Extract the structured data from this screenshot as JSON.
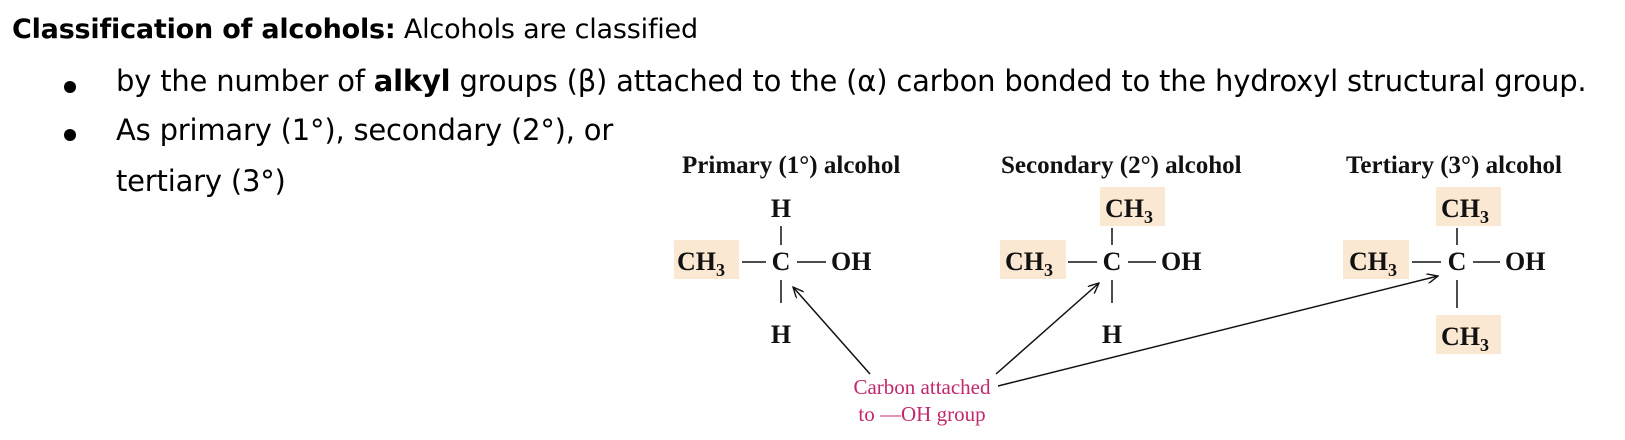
{
  "heading": {
    "bold": "Classification of alcohols:",
    "rest": " Alcohols are classified"
  },
  "bullets": [
    {
      "pre": "by the number of ",
      "bold": "alkyl",
      "post": " groups (β) attached to the (α) carbon bonded to the hydroxyl structural group."
    },
    {
      "line1": "As primary (1°), secondary (2°), or",
      "line2": "tertiary (3°)"
    }
  ],
  "diagram": {
    "highlight_color": "#fbe8d2",
    "annotation_color": "#c2286e",
    "structures": [
      {
        "title": "Primary (1°) alcohol",
        "top": "H",
        "left": "CH",
        "center": "C",
        "right": "OH",
        "bottom": "H"
      },
      {
        "title": "Secondary (2°) alcohol",
        "top": "CH",
        "left": "CH",
        "center": "C",
        "right": "OH",
        "bottom": "H"
      },
      {
        "title": "Tertiary (3°) alcohol",
        "top": "CH",
        "left": "CH",
        "center": "C",
        "right": "OH",
        "bottom": "CH"
      }
    ],
    "subscript": "3",
    "annotation_line1": "Carbon attached",
    "annotation_line2": "to —OH group"
  }
}
